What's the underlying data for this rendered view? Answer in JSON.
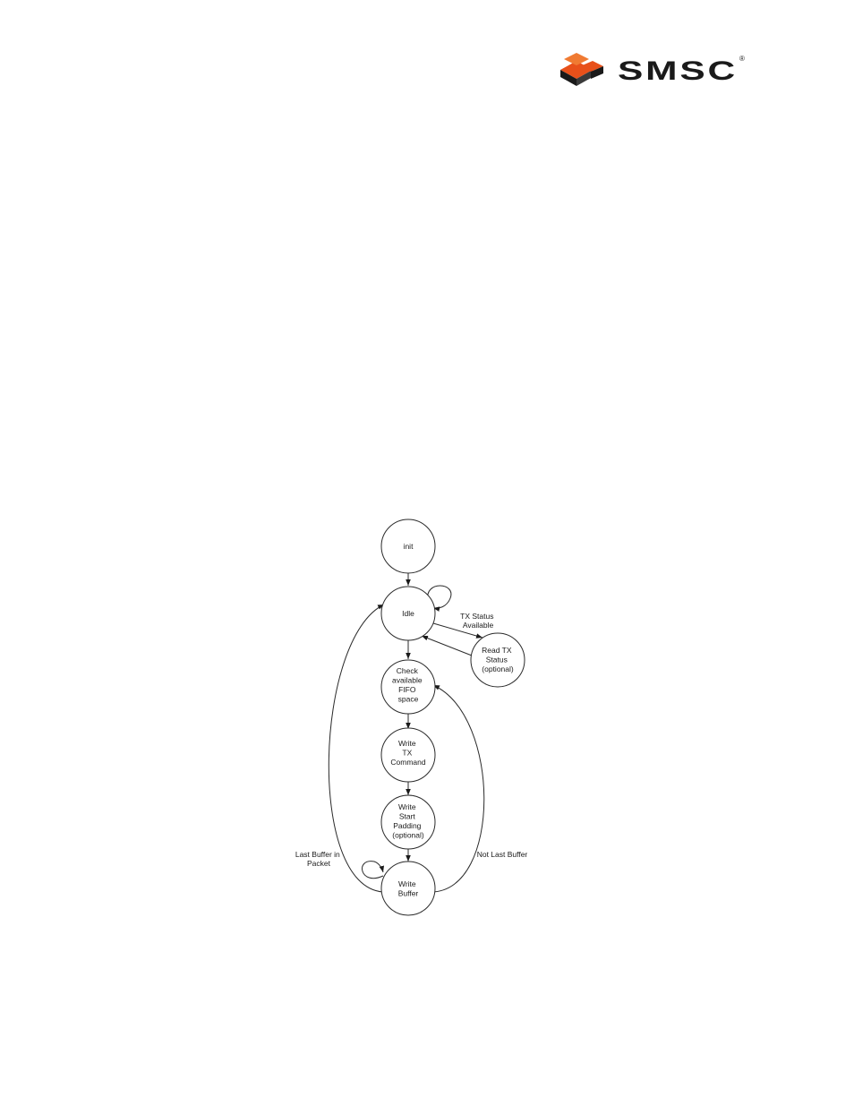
{
  "header": {
    "logo_text": "SMSC",
    "logo_mark": "smsc-logo-icon",
    "brand_color": "#e8501a"
  },
  "diagram": {
    "states": {
      "init": [
        "init"
      ],
      "idle": [
        "Idle"
      ],
      "read_tx_status": [
        "Read TX",
        "Status",
        "(optional)"
      ],
      "check_fifo": [
        "Check",
        "available",
        "FIFO",
        "space"
      ],
      "write_tx_command": [
        "Write",
        "TX",
        "Command"
      ],
      "write_start_padding": [
        "Write",
        "Start",
        "Padding",
        "(optional)"
      ],
      "write_buffer": [
        "Write",
        "Buffer"
      ]
    },
    "edge_labels": {
      "tx_status_available": [
        "TX Status",
        "Available"
      ],
      "last_buffer_in_packet": [
        "Last Buffer in",
        "Packet"
      ],
      "not_last_buffer": "Not Last Buffer"
    }
  }
}
